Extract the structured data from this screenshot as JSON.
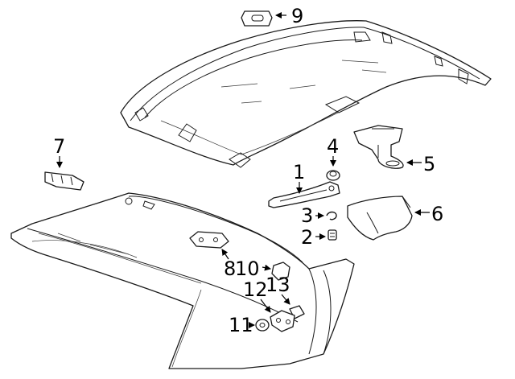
{
  "diagram": {
    "callouts": [
      {
        "id": "c1",
        "label": "1"
      },
      {
        "id": "c2",
        "label": "2"
      },
      {
        "id": "c3",
        "label": "3"
      },
      {
        "id": "c4",
        "label": "4"
      },
      {
        "id": "c5",
        "label": "5"
      },
      {
        "id": "c6",
        "label": "6"
      },
      {
        "id": "c7",
        "label": "7"
      },
      {
        "id": "c8",
        "label": "8"
      },
      {
        "id": "c9",
        "label": "9"
      },
      {
        "id": "c10",
        "label": "10"
      },
      {
        "id": "c11",
        "label": "11"
      },
      {
        "id": "c12",
        "label": "12"
      },
      {
        "id": "c13",
        "label": "13"
      }
    ],
    "colors": {
      "line": "#1a1a1a",
      "background": "#ffffff"
    }
  }
}
